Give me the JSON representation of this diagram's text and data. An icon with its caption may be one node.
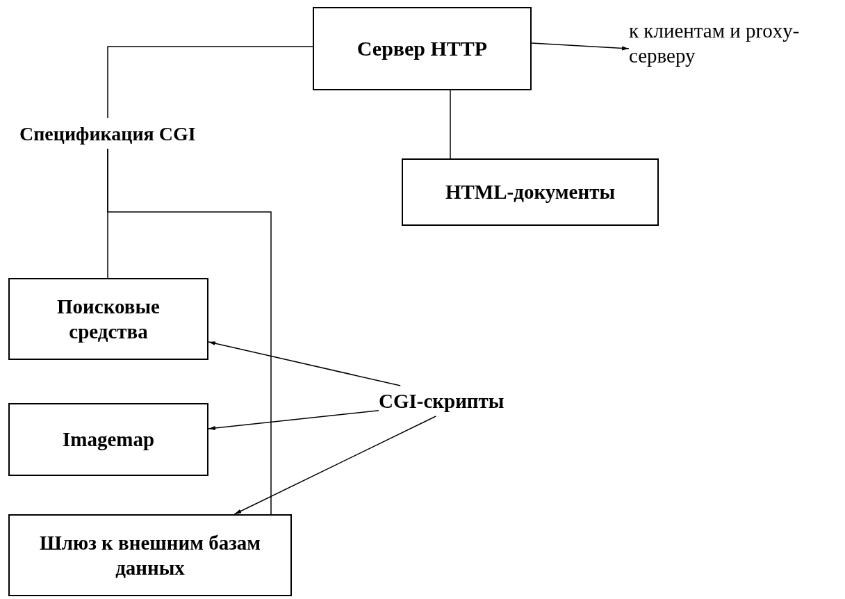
{
  "diagram": {
    "nodes": [
      {
        "text": [
          "Сервер HTTP"
        ]
      },
      {
        "text": [
          "к клиентам и proxy-серверу"
        ]
      },
      {
        "text": [
          "HTML-документы"
        ]
      },
      {
        "text": [
          "Спецификация CGI"
        ]
      },
      {
        "text": [
          "Поисковые средства"
        ]
      },
      {
        "text": [
          "Imagemap"
        ]
      },
      {
        "text": [
          "Шлюз к внешним базам данных"
        ]
      },
      {
        "text": [
          "CGI-скрипты"
        ]
      }
    ],
    "edges": [
      {
        "from": 0,
        "to": 1,
        "arrow": "to"
      },
      {
        "from": 0,
        "to": 2,
        "arrow": "none"
      },
      {
        "from": 0,
        "to": 3,
        "arrow": "none"
      },
      {
        "from": 3,
        "to": 4,
        "arrow": "none"
      },
      {
        "from": 3,
        "to": 6,
        "arrow": "none"
      },
      {
        "from": 7,
        "to": 4,
        "arrow": "to"
      },
      {
        "from": 7,
        "to": 5,
        "arrow": "to"
      },
      {
        "from": 7,
        "to": 6,
        "arrow": "to"
      }
    ]
  }
}
